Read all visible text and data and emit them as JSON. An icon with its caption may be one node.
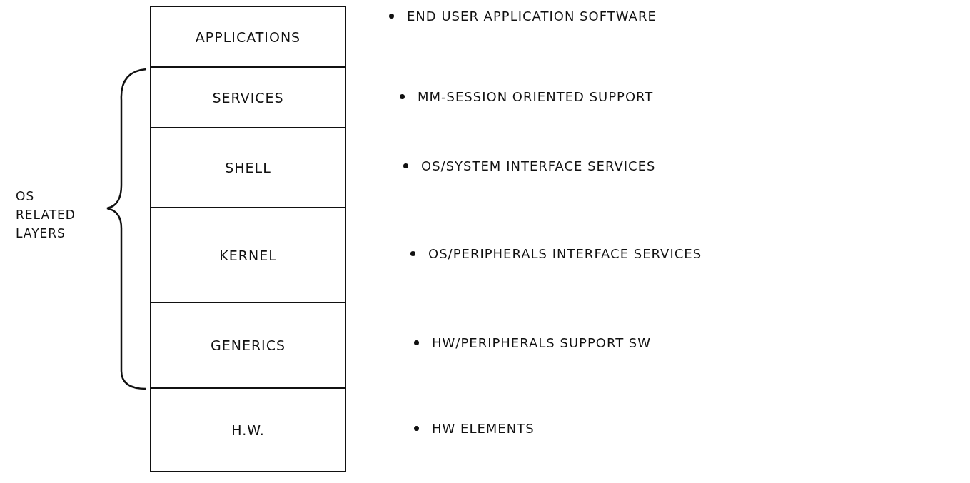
{
  "diagram": {
    "nodes": [
      {
        "text": [
          "APPLICATIONS"
        ]
      },
      {
        "text": [
          "SERVICES"
        ]
      },
      {
        "text": [
          "SHELL"
        ]
      },
      {
        "text": [
          "KERNEL"
        ]
      },
      {
        "text": [
          "GENERICS"
        ]
      },
      {
        "text": [
          "H.W."
        ]
      }
    ],
    "labels": [
      "END USER APPLICATION SOFTWARE",
      "MM-SESSION ORIENTED SUPPORT",
      "OS/SYSTEM INTERFACE SERVICES",
      "OS RELATED LAYERS",
      "OS/PERIPHERALS INTERFACE SERVICES",
      "HW/PERIPHERALS SUPPORT SW",
      "HW ELEMENTS"
    ]
  }
}
